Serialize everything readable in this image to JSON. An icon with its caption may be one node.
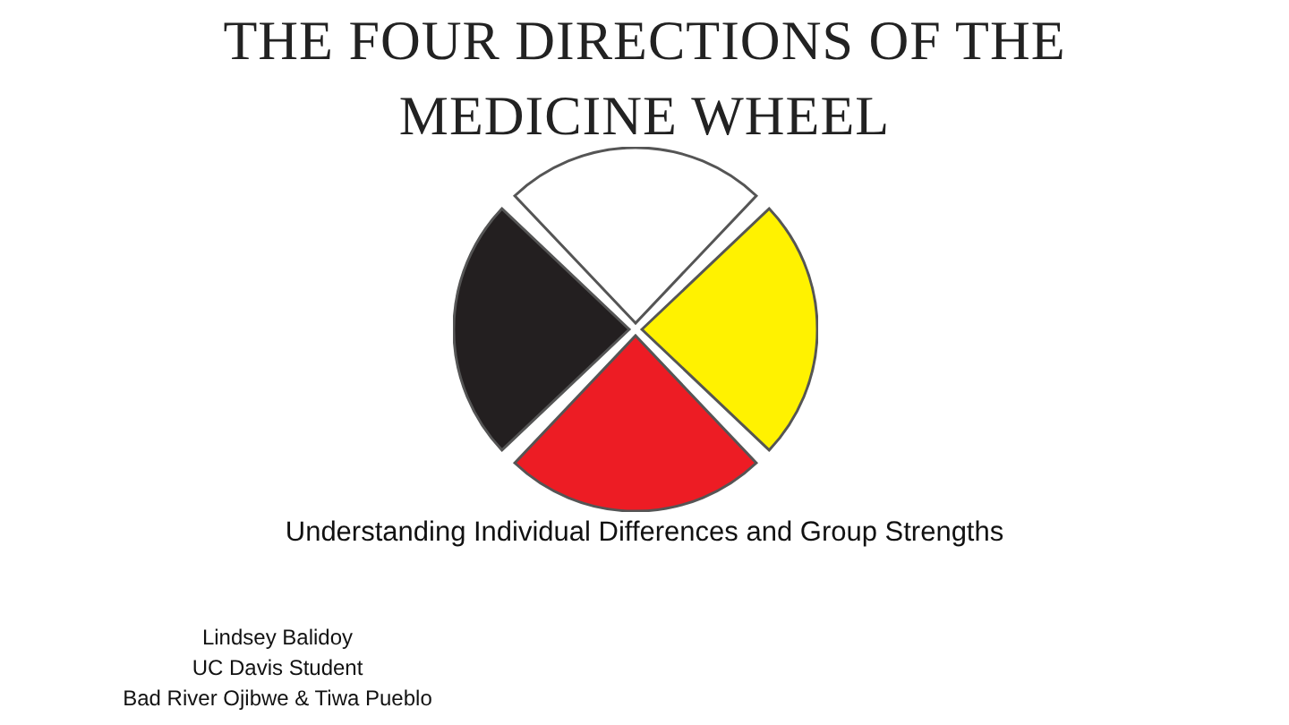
{
  "diagram": {
    "title": "THE FOUR DIRECTIONS OF THE MEDICINE WHEEL",
    "labels": [
      "Understanding Individual Differences and Group Strengths",
      "Lindsey Balidoy",
      "UC Davis Student",
      "Bad River Ojibwe & Tiwa Pueblo"
    ]
  }
}
